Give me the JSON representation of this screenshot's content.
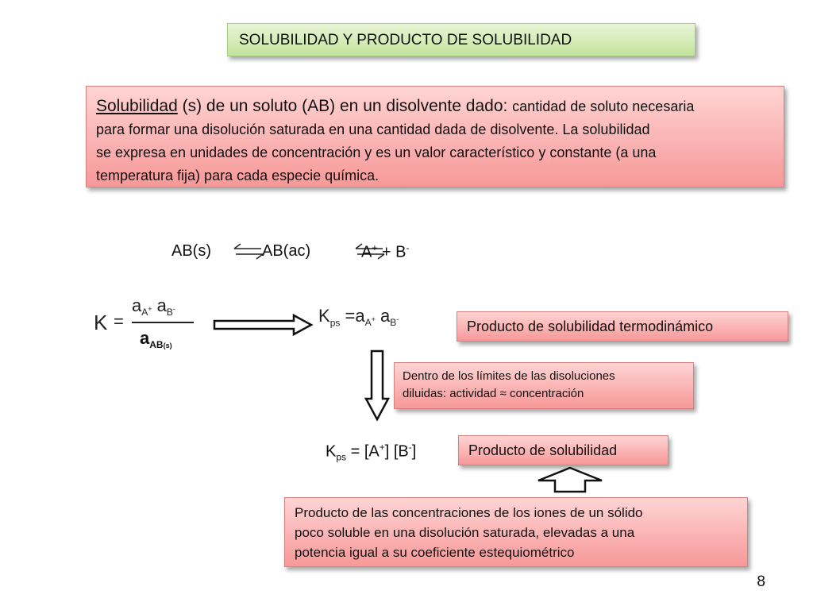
{
  "slide": {
    "title": "SOLUBILIDAD Y PRODUCTO DE SOLUBILIDAD",
    "definition": {
      "term": "Solubilidad",
      "lead_rest": " (s) de un soluto (AB) en un disolvente dado: ",
      "line1_tail": "cantidad de soluto necesaria",
      "line2": "para formar una disolución saturada en una cantidad dada de disolvente. La solubilidad",
      "line3": "se expresa en unidades de concentración y es un valor característico y constante (a una",
      "line4": "temperatura fija) para cada especie química."
    },
    "equilibrium": {
      "reactant": "AB(s)",
      "intermediate": "AB(ac)",
      "cation": "A",
      "cation_charge": "+",
      "plus": " + ",
      "anion": "B",
      "anion_charge": "-"
    },
    "k_expression": {
      "k": "K",
      "equals": "=",
      "a": "a",
      "sub_a_plus": "A",
      "plus_sign": "+",
      "sub_b_minus": "B",
      "minus_sign": "-",
      "denominator_a": "a",
      "denominator_sub": "AB",
      "denominator_state": "(s)"
    },
    "kps_expression": {
      "k": "K",
      "sub": "ps",
      "equals": "=",
      "a": "a",
      "sub_a": "A",
      "plus_sign": "+",
      "sub_b": "B",
      "minus_sign": "-"
    },
    "label_thermo": "Producto de solubilidad termodinámico",
    "note_dilute_line1": "Dentro de los límites de las disoluciones",
    "note_dilute_line2": "diluidas: actividad ≈ concentración",
    "kps_conc": {
      "k": "K",
      "sub": "ps",
      "rest": " = [A",
      "plus": "+",
      "mid": "] [B",
      "minus": "-",
      "end": "]"
    },
    "label_kps": "Producto de solubilidad",
    "description_line1": "Producto de las concentraciones de los iones de un sólido",
    "description_line2": "poco soluble en una disolución saturada, elevadas a una",
    "description_line3": "potencia igual a su coeficiente estequiométrico",
    "page_number": "8"
  }
}
